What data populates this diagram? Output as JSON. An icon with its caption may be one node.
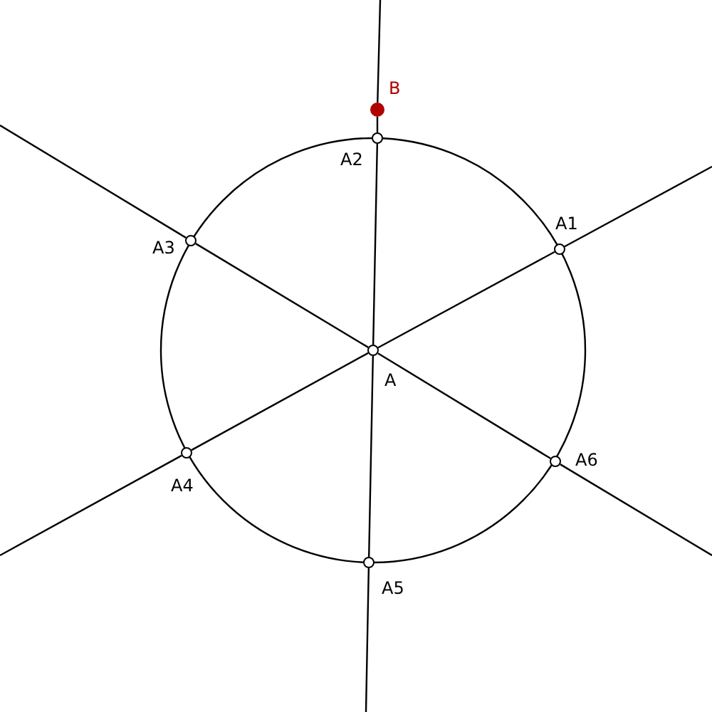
{
  "diagram": {
    "nodes": [
      {
        "text": [
          "A"
        ]
      },
      {
        "text": [
          "A1"
        ]
      },
      {
        "text": [
          "A2"
        ]
      },
      {
        "text": [
          "A3"
        ]
      },
      {
        "text": [
          "A4"
        ]
      },
      {
        "text": [
          "A5"
        ]
      },
      {
        "text": [
          "A6"
        ]
      },
      {
        "text": [
          "B"
        ]
      }
    ],
    "edges": [
      {
        "from": 0,
        "to": 1,
        "arrow": "none"
      },
      {
        "from": 0,
        "to": 2,
        "arrow": "none"
      },
      {
        "from": 0,
        "to": 3,
        "arrow": "none"
      },
      {
        "from": 0,
        "to": 4,
        "arrow": "none"
      },
      {
        "from": 0,
        "to": 5,
        "arrow": "none"
      },
      {
        "from": 0,
        "to": 6,
        "arrow": "none"
      },
      {
        "from": 2,
        "to": 7,
        "arrow": "none"
      },
      {
        "from": 7,
        "to": null,
        "arrow": "none"
      },
      {
        "from": 1,
        "to": null,
        "arrow": "none"
      },
      {
        "from": 3,
        "to": null,
        "arrow": "none"
      },
      {
        "from": 4,
        "to": null,
        "arrow": "none"
      },
      {
        "from": 5,
        "to": null,
        "arrow": "none"
      },
      {
        "from": 6,
        "to": null,
        "arrow": "none"
      }
    ]
  }
}
